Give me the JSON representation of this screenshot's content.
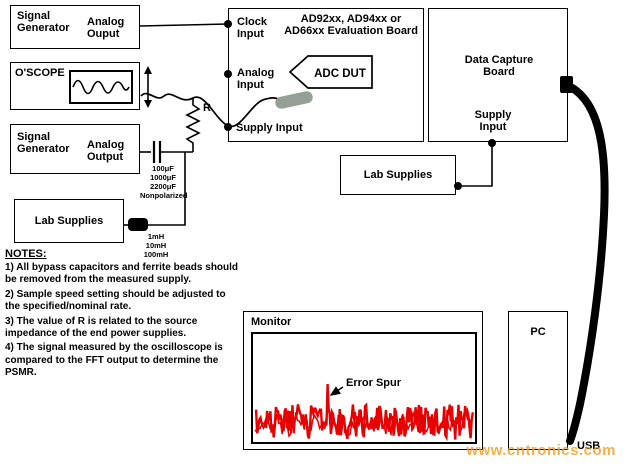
{
  "sig_gen1": {
    "title": "Signal Generator",
    "port": "Analog Ouput"
  },
  "oscope": {
    "title": "O'SCOPE"
  },
  "sig_gen2": {
    "title": "Signal Generator",
    "port": "Analog Output"
  },
  "lab_supplies1": {
    "title": "Lab Supplies"
  },
  "eval_board": {
    "title": "AD92xx, AD94xx or AD66xx Evaluation Board",
    "clock_port": "Clock Input",
    "analog_port": "Analog Input",
    "supply_port": "Supply Input",
    "adc_label": "ADC DUT"
  },
  "data_capture": {
    "title": "Data Capture Board",
    "supply_port": "Supply Input"
  },
  "lab_supplies2": {
    "title": "Lab Supplies"
  },
  "monitor": {
    "title": "Monitor",
    "annotation": "Error Spur"
  },
  "pc": {
    "title": "PC"
  },
  "usb_label": "USB",
  "components": {
    "resistor": "R",
    "capacitors": [
      "100μF",
      "1000μF",
      "2200μF",
      "Nonpolarized"
    ],
    "ferrites": [
      "1mH",
      "10mH",
      "100mH"
    ]
  },
  "notes": {
    "heading": "NOTES:",
    "items": [
      "1)  All bypass capacitors and ferrite beads should be removed from the measured supply.",
      "2)  Sample speed setting should be adjusted to the specified/nominal rate.",
      "3)  The value of R is related to the source impedance of the end power supplies.",
      "4)  The signal measured by the oscilloscope is compared to the FFT output to determine the PSMR."
    ]
  },
  "watermark": "www.cntronics.com",
  "colors": {
    "noise": "#e60000",
    "watermark": "#f0a22d",
    "wire": "#000000"
  }
}
